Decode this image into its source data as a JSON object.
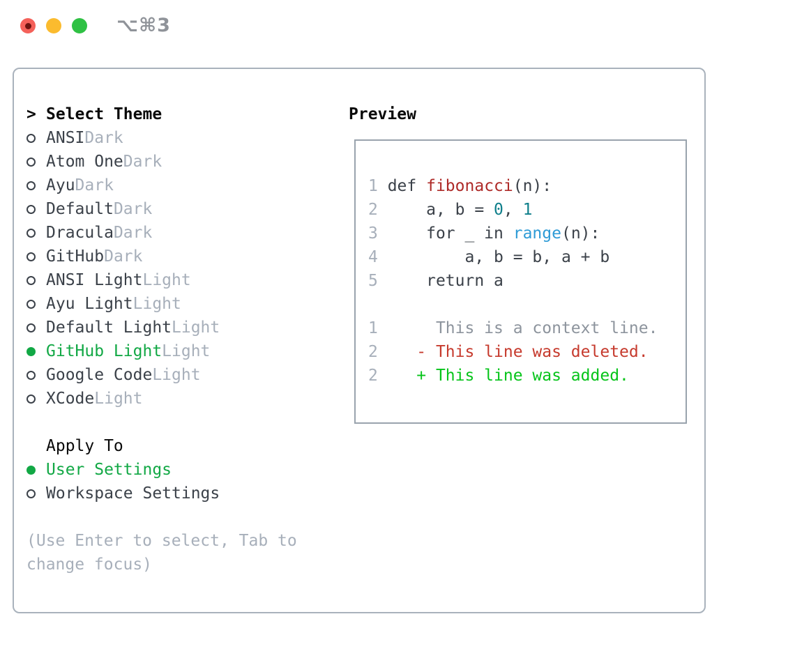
{
  "window": {
    "shortcut_label": "⌥⌘3",
    "traffic_lights": [
      {
        "name": "close",
        "color": "#f4615a"
      },
      {
        "name": "minimize",
        "color": "#fbbb2e"
      },
      {
        "name": "zoom",
        "color": "#2fc144"
      }
    ]
  },
  "theme_picker": {
    "title_marker": ">",
    "title": "Select Theme",
    "items": [
      {
        "name": "ANSI",
        "tag": "Dark",
        "selected": false
      },
      {
        "name": "Atom One",
        "tag": "Dark",
        "selected": false
      },
      {
        "name": "Ayu",
        "tag": "Dark",
        "selected": false
      },
      {
        "name": "Default",
        "tag": "Dark",
        "selected": false
      },
      {
        "name": "Dracula",
        "tag": "Dark",
        "selected": false
      },
      {
        "name": "GitHub",
        "tag": "Dark",
        "selected": false
      },
      {
        "name": "ANSI Light",
        "tag": "Light",
        "selected": false
      },
      {
        "name": "Ayu Light",
        "tag": "Light",
        "selected": false
      },
      {
        "name": "Default Light",
        "tag": "Light",
        "selected": false
      },
      {
        "name": "GitHub Light",
        "tag": "Light",
        "selected": true
      },
      {
        "name": "Google Code",
        "tag": "Light",
        "selected": false
      },
      {
        "name": "XCode",
        "tag": "Light",
        "selected": false
      }
    ],
    "apply_to": {
      "title": "Apply To",
      "options": [
        {
          "name": "User Settings",
          "selected": true
        },
        {
          "name": "Workspace Settings",
          "selected": false
        }
      ]
    },
    "hint_lines": [
      "(Use Enter to select, Tab to",
      "change focus)"
    ]
  },
  "preview": {
    "title": "Preview",
    "code_lines": [
      [
        {
          "t": "1",
          "c": "ln"
        },
        {
          "t": " def ",
          "c": "code"
        },
        {
          "t": "fibonacci",
          "c": "fn"
        },
        {
          "t": "(n):",
          "c": "code"
        }
      ],
      [
        {
          "t": "2",
          "c": "ln"
        },
        {
          "t": "     a, b = ",
          "c": "code"
        },
        {
          "t": "0",
          "c": "num"
        },
        {
          "t": ", ",
          "c": "code"
        },
        {
          "t": "1",
          "c": "num"
        }
      ],
      [
        {
          "t": "3",
          "c": "ln"
        },
        {
          "t": "     for _ in ",
          "c": "code"
        },
        {
          "t": "range",
          "c": "builtin"
        },
        {
          "t": "(n):",
          "c": "code"
        }
      ],
      [
        {
          "t": "4",
          "c": "ln"
        },
        {
          "t": "         a, b = b, a + b",
          "c": "code"
        }
      ],
      [
        {
          "t": "5",
          "c": "ln"
        },
        {
          "t": "     return a",
          "c": "code"
        }
      ],
      [],
      [
        {
          "t": "1",
          "c": "ln"
        },
        {
          "t": "      This is a context line.",
          "c": "ctx"
        }
      ],
      [
        {
          "t": "2",
          "c": "ln"
        },
        {
          "t": "    - This line was deleted.",
          "c": "del"
        }
      ],
      [
        {
          "t": "2",
          "c": "ln"
        },
        {
          "t": "    + This line was added.",
          "c": "add"
        }
      ]
    ]
  },
  "colors": {
    "text_dark": "#3b4149",
    "muted_gray": "#a7afba",
    "select_green": "#12a845",
    "fn_red": "#ae2a28",
    "num_teal": "#0f7f8b",
    "builtin_blue": "#2e9bd6",
    "ctx_gray": "#8d949d",
    "del_red": "#c63a2d",
    "add_green": "#06c41a",
    "panel_border": "#a9b2bc",
    "preview_border": "#99a3ad",
    "title_black": "#0a0a0a",
    "traffic_red": "#f4615a",
    "traffic_red_dot": "#6d1410",
    "traffic_yellow": "#fbbb2e",
    "traffic_green": "#2fc144",
    "shortcut_gray": "#8f9399"
  }
}
